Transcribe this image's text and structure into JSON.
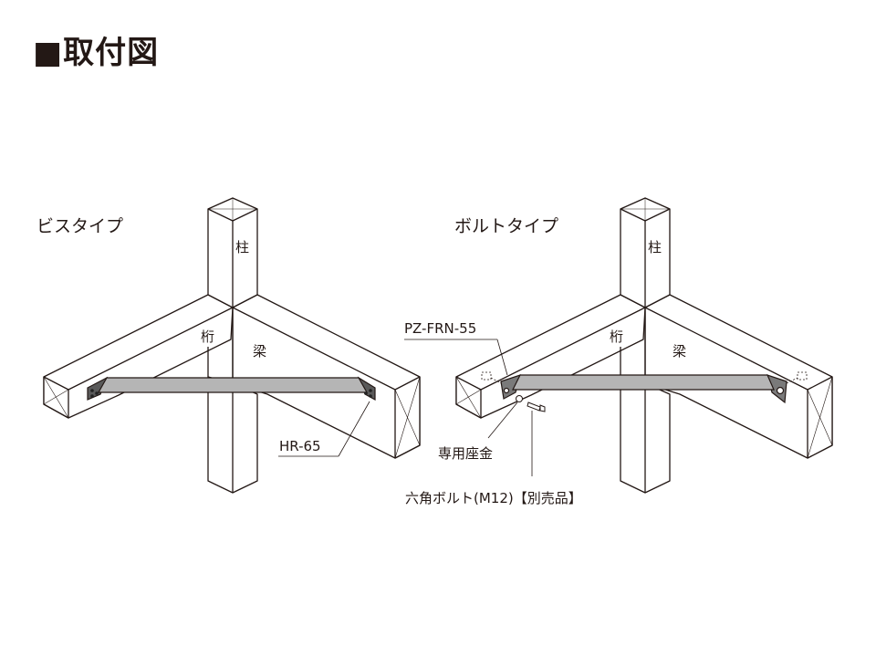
{
  "title": "■取付図",
  "left": {
    "heading": "ビスタイプ",
    "post_label": "柱",
    "girder_label": "桁",
    "beam_label": "梁",
    "part_label": "HR-65"
  },
  "right": {
    "heading": "ボルトタイプ",
    "post_label": "柱",
    "girder_label": "桁",
    "beam_label": "梁",
    "part_label": "PZ-FRN-55",
    "washer_label": "専用座金",
    "bolt_label": "六角ボルト(M12)【別売品】"
  },
  "colors": {
    "line": "#231815",
    "brace": "#b5b5b5",
    "plate": "#5a5a5a"
  }
}
